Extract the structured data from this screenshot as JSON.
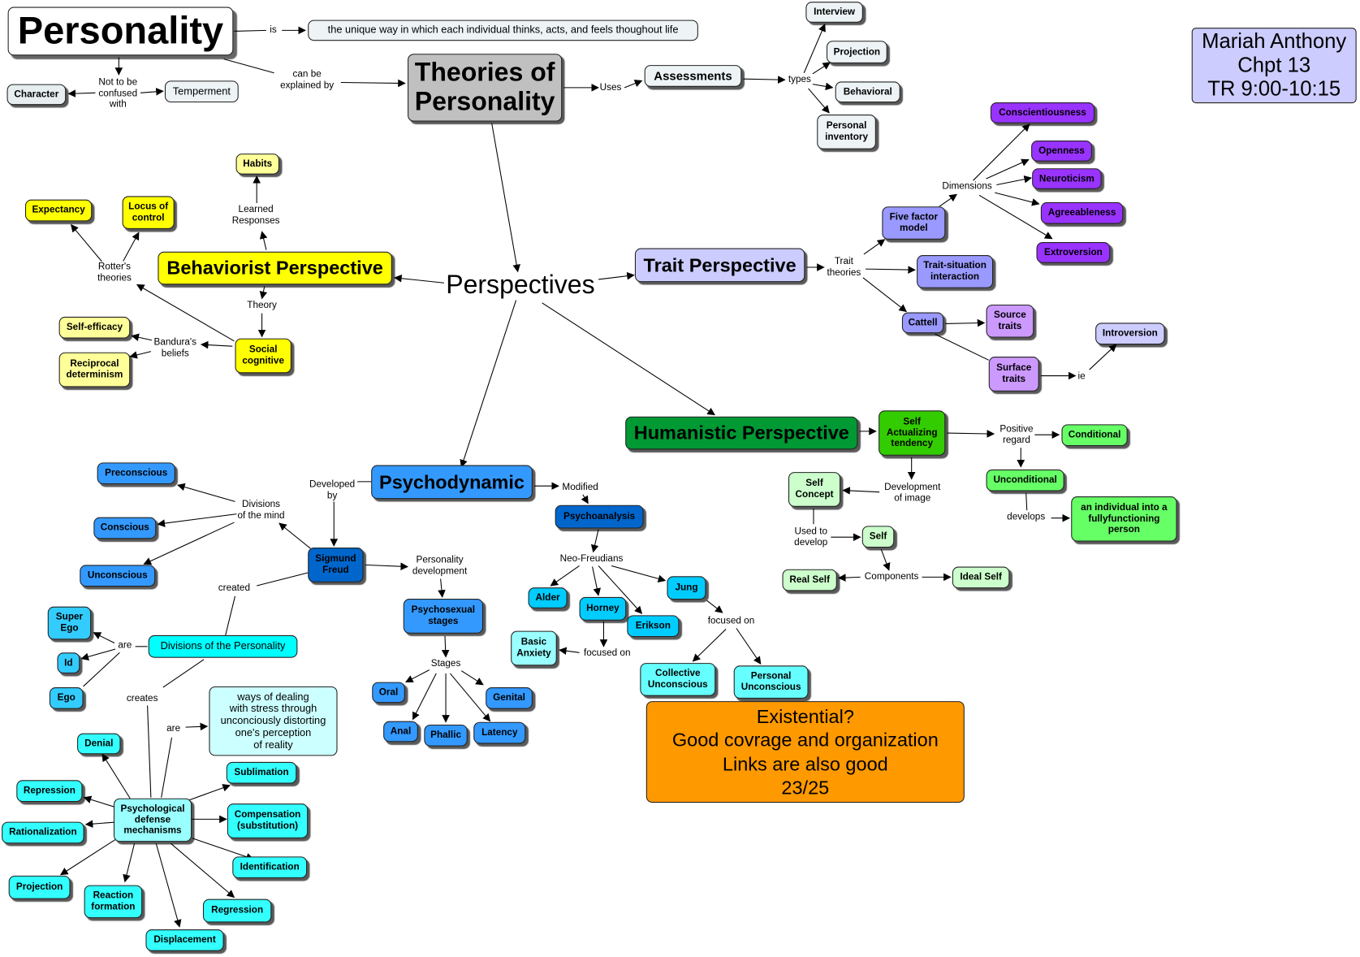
{
  "title": "Personality",
  "nodes": {
    "personality": {
      "text": "Personality",
      "fill": "#ffffff"
    },
    "definition": {
      "text": "the unique way in which each individual thinks, acts, and feels thoughout life",
      "fill": "#eef4f6"
    },
    "character": {
      "text": "Character",
      "fill": "#e6eef0"
    },
    "temperment": {
      "text": "Temperment",
      "fill": "#eef4f6"
    },
    "theories": {
      "text": "Theories of\nPersonality",
      "fill": "#c0c0c0"
    },
    "assessments": {
      "text": "Assessments",
      "fill": "#eef4f6"
    },
    "interview": {
      "text": "Interview",
      "fill": "#eef4f6"
    },
    "projection_test": {
      "text": "Projection",
      "fill": "#eef4f6"
    },
    "behavioral": {
      "text": "Behavioral",
      "fill": "#eef4f6"
    },
    "personal_inventory": {
      "text": "Personal\ninventory",
      "fill": "#eef4f6"
    },
    "author_info": {
      "text": "Mariah Anthony\nChpt 13\nTR 9:00-10:15",
      "fill": "#ccccff"
    },
    "conscientiousness": {
      "text": "Conscientiousness",
      "fill": "#9933ff"
    },
    "openness": {
      "text": "Openness",
      "fill": "#9933ff"
    },
    "neuroticism": {
      "text": "Neuroticism",
      "fill": "#9933ff"
    },
    "agreeableness": {
      "text": "Agreeableness",
      "fill": "#9933ff"
    },
    "extroversion": {
      "text": "Extroversion",
      "fill": "#9933ff"
    },
    "five_factor": {
      "text": "Five factor\nmodel",
      "fill": "#9999ff"
    },
    "trait_situation": {
      "text": "Trait-situation\ninteraction",
      "fill": "#9999ff"
    },
    "cattell": {
      "text": "Cattell",
      "fill": "#9999ff"
    },
    "source_traits": {
      "text": "Source\ntraits",
      "fill": "#cc99ff"
    },
    "surface_traits": {
      "text": "Surface\ntraits",
      "fill": "#cc99ff"
    },
    "introversion": {
      "text": "Introversion",
      "fill": "#ccccff"
    },
    "trait_perspective": {
      "text": "Trait Perspective",
      "fill": "#ccccff"
    },
    "habits": {
      "text": "Habits",
      "fill": "#ffff99"
    },
    "expectancy": {
      "text": "Expectancy",
      "fill": "#ffff00"
    },
    "locus": {
      "text": "Locus of\ncontrol",
      "fill": "#ffff00"
    },
    "behaviorist": {
      "text": "Behaviorist Perspective",
      "fill": "#ffff00"
    },
    "social_cognitive": {
      "text": "Social\ncognitive",
      "fill": "#ffff00"
    },
    "self_efficacy": {
      "text": "Self-efficacy",
      "fill": "#ffff99"
    },
    "reciprocal": {
      "text": "Reciprocal\ndeterminism",
      "fill": "#ffff99"
    },
    "humanistic": {
      "text": "Humanistic Perspective",
      "fill": "#009933"
    },
    "self_actualizing": {
      "text": "Self\nActualizing\ntendency",
      "fill": "#33cc00"
    },
    "conditional": {
      "text": "Conditional",
      "fill": "#66ff66"
    },
    "unconditional": {
      "text": "Unconditional",
      "fill": "#66ff66"
    },
    "fully_functioning": {
      "text": "an individual into a\nfullyfunctioning\nperson",
      "fill": "#66ff66"
    },
    "self_concept": {
      "text": "Self\nConcept",
      "fill": "#ccffcc"
    },
    "self": {
      "text": "Self",
      "fill": "#ccffcc"
    },
    "real_self": {
      "text": "Real Self",
      "fill": "#ccffcc"
    },
    "ideal_self": {
      "text": "Ideal Self",
      "fill": "#ccffcc"
    },
    "psychodynamic": {
      "text": "Psychodynamic",
      "fill": "#3399ff"
    },
    "psychoanalysis": {
      "text": "Psychoanalysis",
      "fill": "#0066cc"
    },
    "freud": {
      "text": "Sigmund\nFreud",
      "fill": "#0066cc"
    },
    "preconscious": {
      "text": "Preconscious",
      "fill": "#3399ff"
    },
    "conscious": {
      "text": "Conscious",
      "fill": "#3399ff"
    },
    "unconscious": {
      "text": "Unconscious",
      "fill": "#3399ff"
    },
    "psychosexual": {
      "text": "Psychosexual\nstages",
      "fill": "#3399ff"
    },
    "oral": {
      "text": "Oral",
      "fill": "#3399ff"
    },
    "anal": {
      "text": "Anal",
      "fill": "#3399ff"
    },
    "phallic": {
      "text": "Phallic",
      "fill": "#3399ff"
    },
    "latency": {
      "text": "Latency",
      "fill": "#3399ff"
    },
    "genital": {
      "text": "Genital",
      "fill": "#3399ff"
    },
    "alder": {
      "text": "Alder",
      "fill": "#00ccff"
    },
    "horney": {
      "text": "Horney",
      "fill": "#00ccff"
    },
    "erikson": {
      "text": "Erikson",
      "fill": "#00ccff"
    },
    "jung": {
      "text": "Jung",
      "fill": "#00ccff"
    },
    "basic_anxiety": {
      "text": "Basic\nAnxiety",
      "fill": "#99ffff"
    },
    "collective_unconscious": {
      "text": "Collective\nUnconscious",
      "fill": "#66ffff"
    },
    "personal_unconscious": {
      "text": "Personal\nUnconscious",
      "fill": "#66ffff"
    },
    "existential": {
      "text": "Existential?\nGood covrage and organization\nLinks are also good\n23/25",
      "fill": "#ff9900"
    },
    "super_ego": {
      "text": "Super\nEgo",
      "fill": "#33ccff"
    },
    "id": {
      "text": "Id",
      "fill": "#33ccff"
    },
    "ego": {
      "text": "Ego",
      "fill": "#33ccff"
    },
    "divisions_personality": {
      "text": "Divisions of the Personality",
      "fill": "#00ffff"
    },
    "ways_of_dealing": {
      "text": "ways of dealing\nwith stress through\nunconciously distorting\none's perception\nof reality",
      "fill": "#ccffff"
    },
    "defense": {
      "text": "Psychological\ndefense\nmechanisms",
      "fill": "#99ffff"
    },
    "denial": {
      "text": "Denial",
      "fill": "#33ffff"
    },
    "repression": {
      "text": "Repression",
      "fill": "#33ffff"
    },
    "rationalization": {
      "text": "Rationalization",
      "fill": "#33ffff"
    },
    "projection_def": {
      "text": "Projection",
      "fill": "#33ffff"
    },
    "reaction_formation": {
      "text": "Reaction\nformation",
      "fill": "#33ffff"
    },
    "displacement": {
      "text": "Displacement",
      "fill": "#33ffff"
    },
    "regression": {
      "text": "Regression",
      "fill": "#33ffff"
    },
    "identification": {
      "text": "Identification",
      "fill": "#33ffff"
    },
    "compensation": {
      "text": "Compensation\n(substitution)",
      "fill": "#33ffff"
    },
    "sublimation": {
      "text": "Sublimation",
      "fill": "#33ffff"
    }
  },
  "link_labels": {
    "is": "is",
    "can_be_explained": "can be\nexplained by",
    "not_confused": "Not to be\nconfused\nwith",
    "uses": "Uses",
    "types": "types",
    "perspectives": "Perspectives",
    "trait_theories": "Trait\ntheories",
    "dimensions": "Dimensions",
    "ie": "ie",
    "learned_responses": "Learned\nResponses",
    "rotters_theories": "Rotter's\ntheories",
    "theory": "Theory",
    "banduras_beliefs": "Bandura's\nbeliefs",
    "positive_regard": "Positive\nregard",
    "develops": "develops",
    "development_of_image": "Development\nof image",
    "used_to_develop": "Used to\ndevelop",
    "components": "Components",
    "developed_by": "Developed\nby",
    "modified": "Modified",
    "divisions_mind": "Divisions\nof the mind",
    "personality_development": "Personality\ndevelopment",
    "stages": "Stages",
    "neo_freudians": "Neo-Freudians",
    "focused_on_horney": "focused on",
    "focused_on_jung": "focused on",
    "created": "created",
    "are_divisions": "are",
    "creates": "creates",
    "are_defense": "are"
  }
}
